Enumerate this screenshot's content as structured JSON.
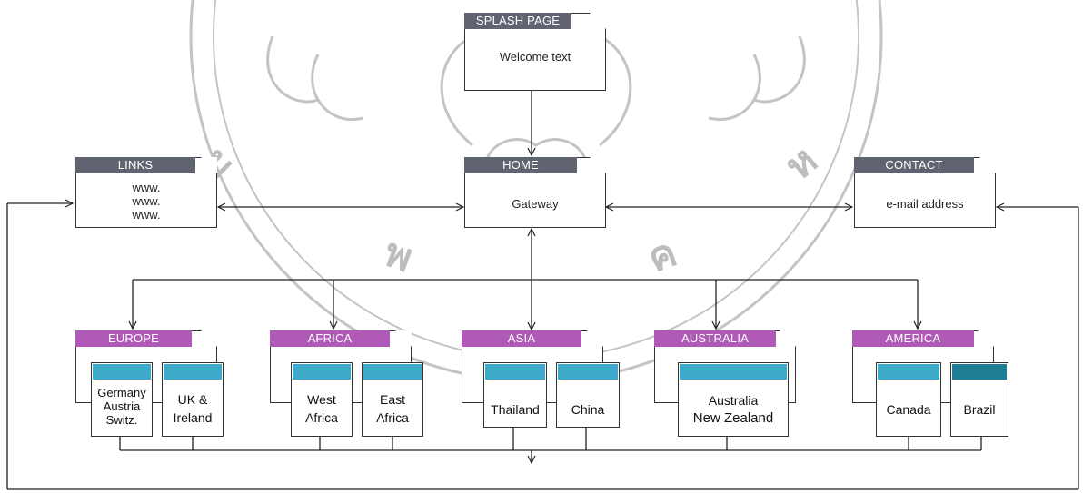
{
  "splash": {
    "title": "SPLASH PAGE",
    "body": "Welcome text"
  },
  "home": {
    "title": "HOME",
    "body": "Gateway"
  },
  "links": {
    "title": "LINKS",
    "lines": [
      "www.",
      "www.",
      "www."
    ]
  },
  "contact": {
    "title": "CONTACT",
    "body": "e-mail address"
  },
  "regions": [
    {
      "title": "EUROPE",
      "subs": [
        [
          "Germany",
          "Austria",
          "Switz."
        ],
        [
          "UK &",
          "Ireland"
        ]
      ]
    },
    {
      "title": "AFRICA",
      "subs": [
        [
          "West",
          "Africa"
        ],
        [
          "East",
          "Africa"
        ]
      ]
    },
    {
      "title": "ASIA",
      "subs": [
        [
          "Thailand"
        ],
        [
          "China"
        ]
      ]
    },
    {
      "title": "AUSTRALIA",
      "subs": [
        [
          "Australia",
          "New Zealand"
        ]
      ]
    },
    {
      "title": "AMERICA",
      "subs": [
        [
          "Canada"
        ],
        [
          "Brazil"
        ]
      ]
    }
  ],
  "colors": {
    "tab_grey": "#5f6470",
    "tab_purple": "#b05ab8",
    "sub_cap_teal": "#3ea9c9",
    "sub_cap_dark_teal": "#1e7e95",
    "watermark": "#b8b8b8"
  }
}
